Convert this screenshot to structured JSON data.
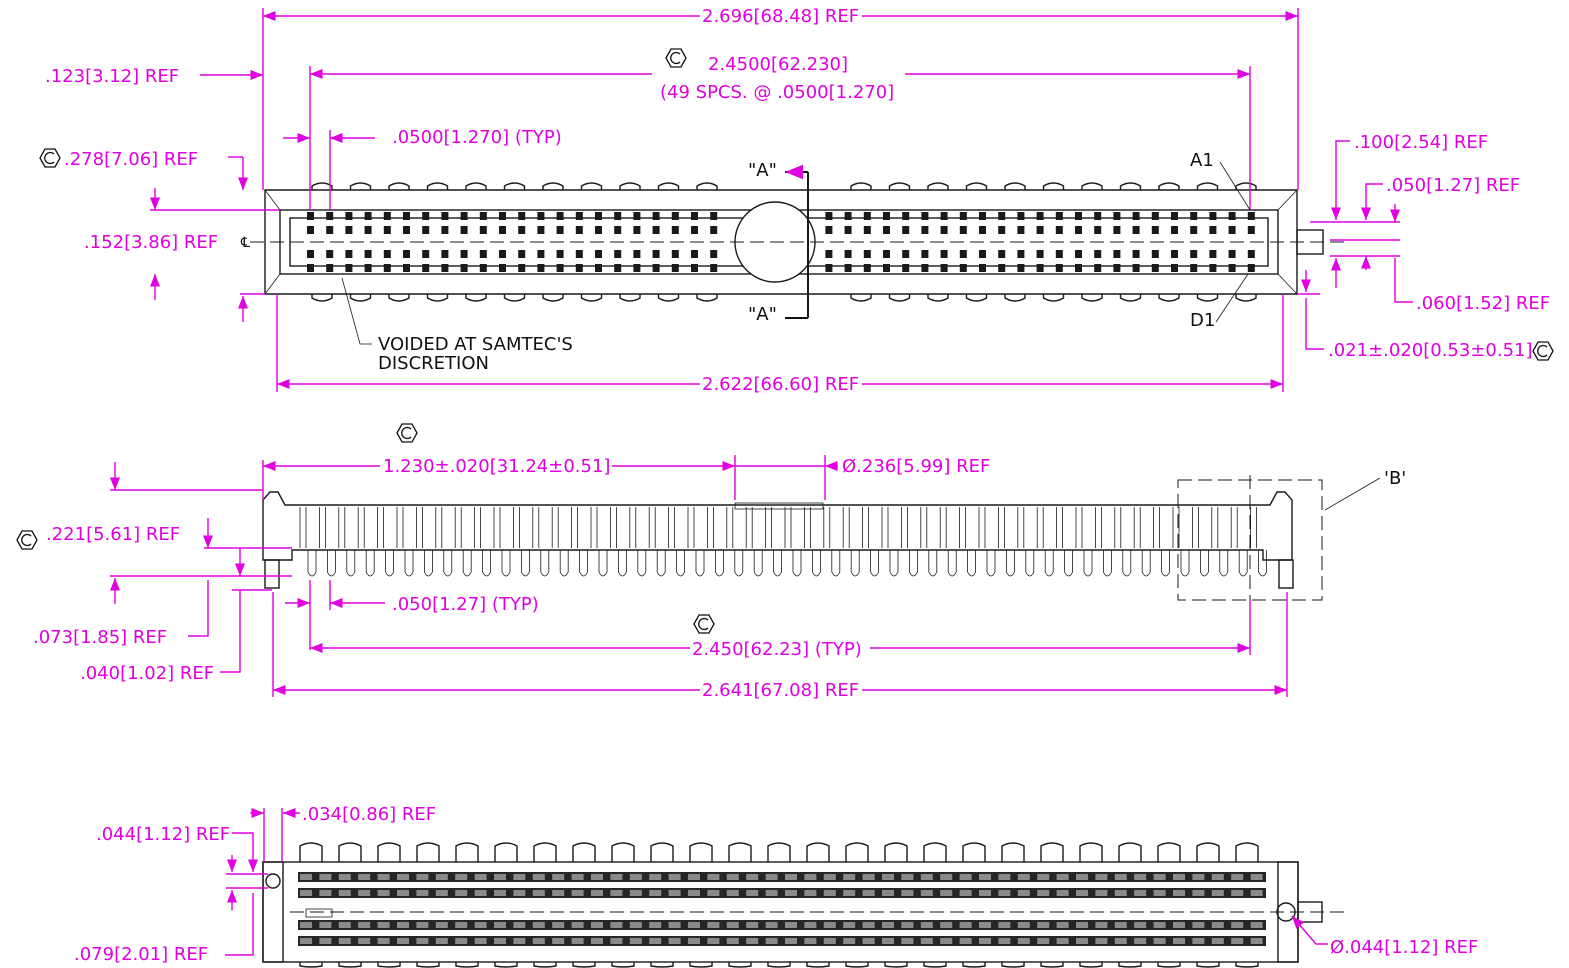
{
  "colors": {
    "dimension": "#e000e0",
    "part": "#1a1a1a",
    "background": "#ffffff"
  },
  "icons": {
    "critical_dimension": "hexagon-c-icon",
    "centerline": "centerline-icon",
    "diameter": "diameter-icon"
  },
  "top_view": {
    "overall_width": "2.696[68.48] REF",
    "pin_span": "2.4500[62.230]",
    "pin_span_note": "(49 SPCS. @ .0500[1.270]",
    "left_offset": ".123[3.12] REF",
    "pitch": ".0500[1.270] (TYP)",
    "body_height": ".278[7.06] REF",
    "row_offset": ".152[3.86] REF",
    "right_offset": ".100[2.54] REF",
    "row_pitch": ".050[1.27] REF",
    "pin_gap": ".060[1.52] REF",
    "coplanarity": ".021±.020[0.53±0.51]",
    "section_top": "\"A\"",
    "section_bottom": "\"A\"",
    "pin_a1": "A1",
    "pin_d1": "D1",
    "voided_note_line1": "VOIDED AT SAMTEC'S",
    "voided_note_line2": "DISCRETION",
    "body_width": "2.622[66.60] REF"
  },
  "side_view": {
    "hole_position": "1.230±.020[31.24±0.51]",
    "hole_diameter": "Ø.236[5.99] REF",
    "detail": "'B'",
    "body_height": ".221[5.61] REF",
    "tail_height": ".073[1.85] REF",
    "post_height": ".040[1.02] REF",
    "pitch": ".050[1.27] (TYP)",
    "pin_span": "2.450[62.23] (TYP)",
    "overall_width": "2.641[67.08] REF"
  },
  "bottom_view": {
    "wall_thickness": ".034[0.86] REF",
    "post_offset": ".044[1.12] REF",
    "post_spacing": ".079[2.01] REF",
    "post_diameter": "Ø.044[1.12] REF"
  }
}
